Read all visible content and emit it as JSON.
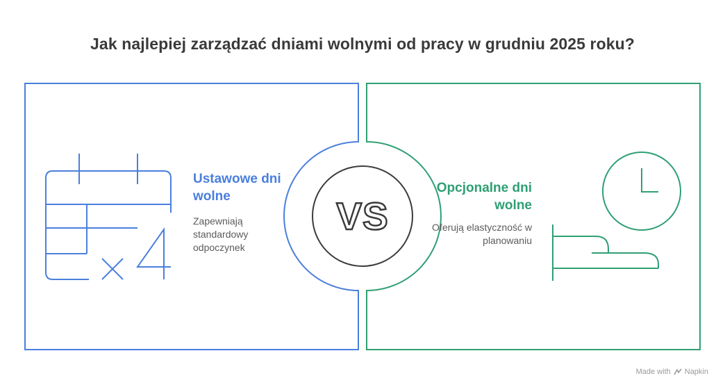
{
  "title": "Jak najlepiej zarządzać dniami wolnymi od pracy w grudniu 2025 roku?",
  "left": {
    "heading": "Ustawowe dni wolne",
    "description": "Zapewniają standardowy odpoczynek",
    "color": "#4a7fdc",
    "icon": "calendar-times-four-icon"
  },
  "right": {
    "heading": "Opcjonalne dni wolne",
    "description": "Oferują elastyczność w planowaniu",
    "color": "#2f9f74",
    "icon": "clock-bed-icon"
  },
  "vs_label": "VS",
  "footer": {
    "made_with": "Made with",
    "brand": "Napkin"
  }
}
